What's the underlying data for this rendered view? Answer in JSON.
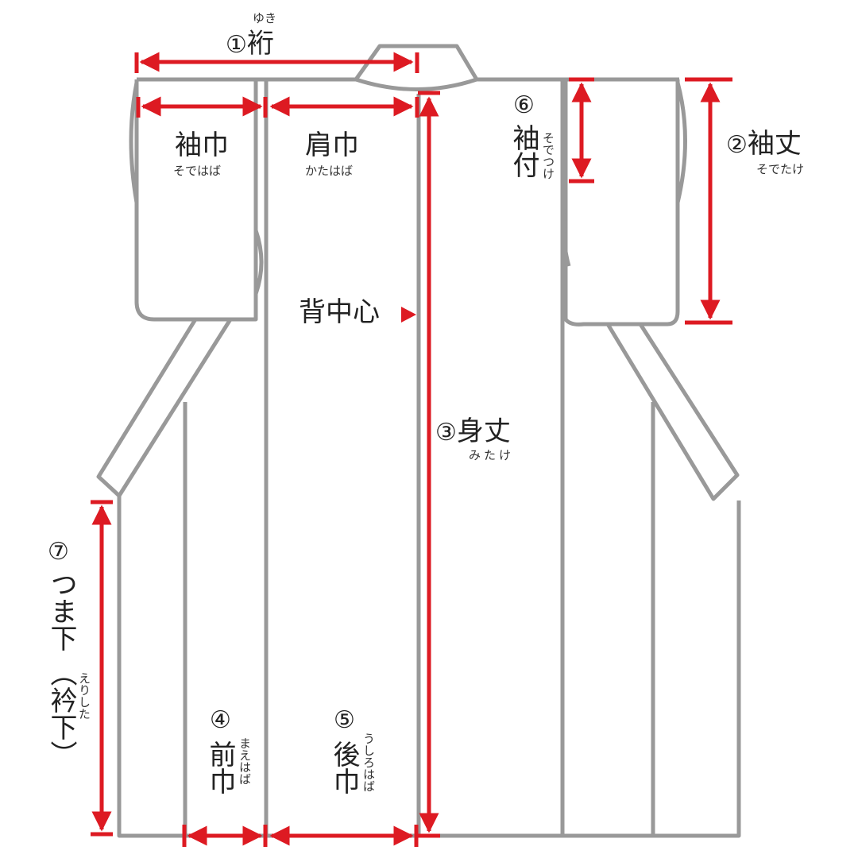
{
  "colors": {
    "outline": "#999999",
    "measure": "#dd1a22",
    "text": "#222222"
  },
  "labels": {
    "yuki": {
      "mark": "①",
      "kanji": "裄",
      "reading": "ゆき"
    },
    "sodetake": {
      "mark": "②",
      "kanji": "袖丈",
      "reading": "そでたけ"
    },
    "mitake": {
      "mark": "③",
      "kanji": "身丈",
      "reading": "みたけ"
    },
    "maehaba": {
      "mark": "④",
      "kanji": "前巾",
      "reading": "まえはば"
    },
    "ushirohaba": {
      "mark": "⑤",
      "kanji": "後巾",
      "reading": "うしろはば"
    },
    "sodetsuke": {
      "mark": "⑥",
      "kanji": "袖付",
      "reading": "そでつけ"
    },
    "tsumashita": {
      "mark": "⑦",
      "kanji": "つま下",
      "kanji2": "（衿下）",
      "reading": "えりした"
    },
    "sodehaba": {
      "kanji": "袖巾",
      "reading": "そではば"
    },
    "katahaba": {
      "kanji": "肩巾",
      "reading": "かたはば"
    },
    "senakashin": {
      "kanji": "背中心"
    }
  }
}
